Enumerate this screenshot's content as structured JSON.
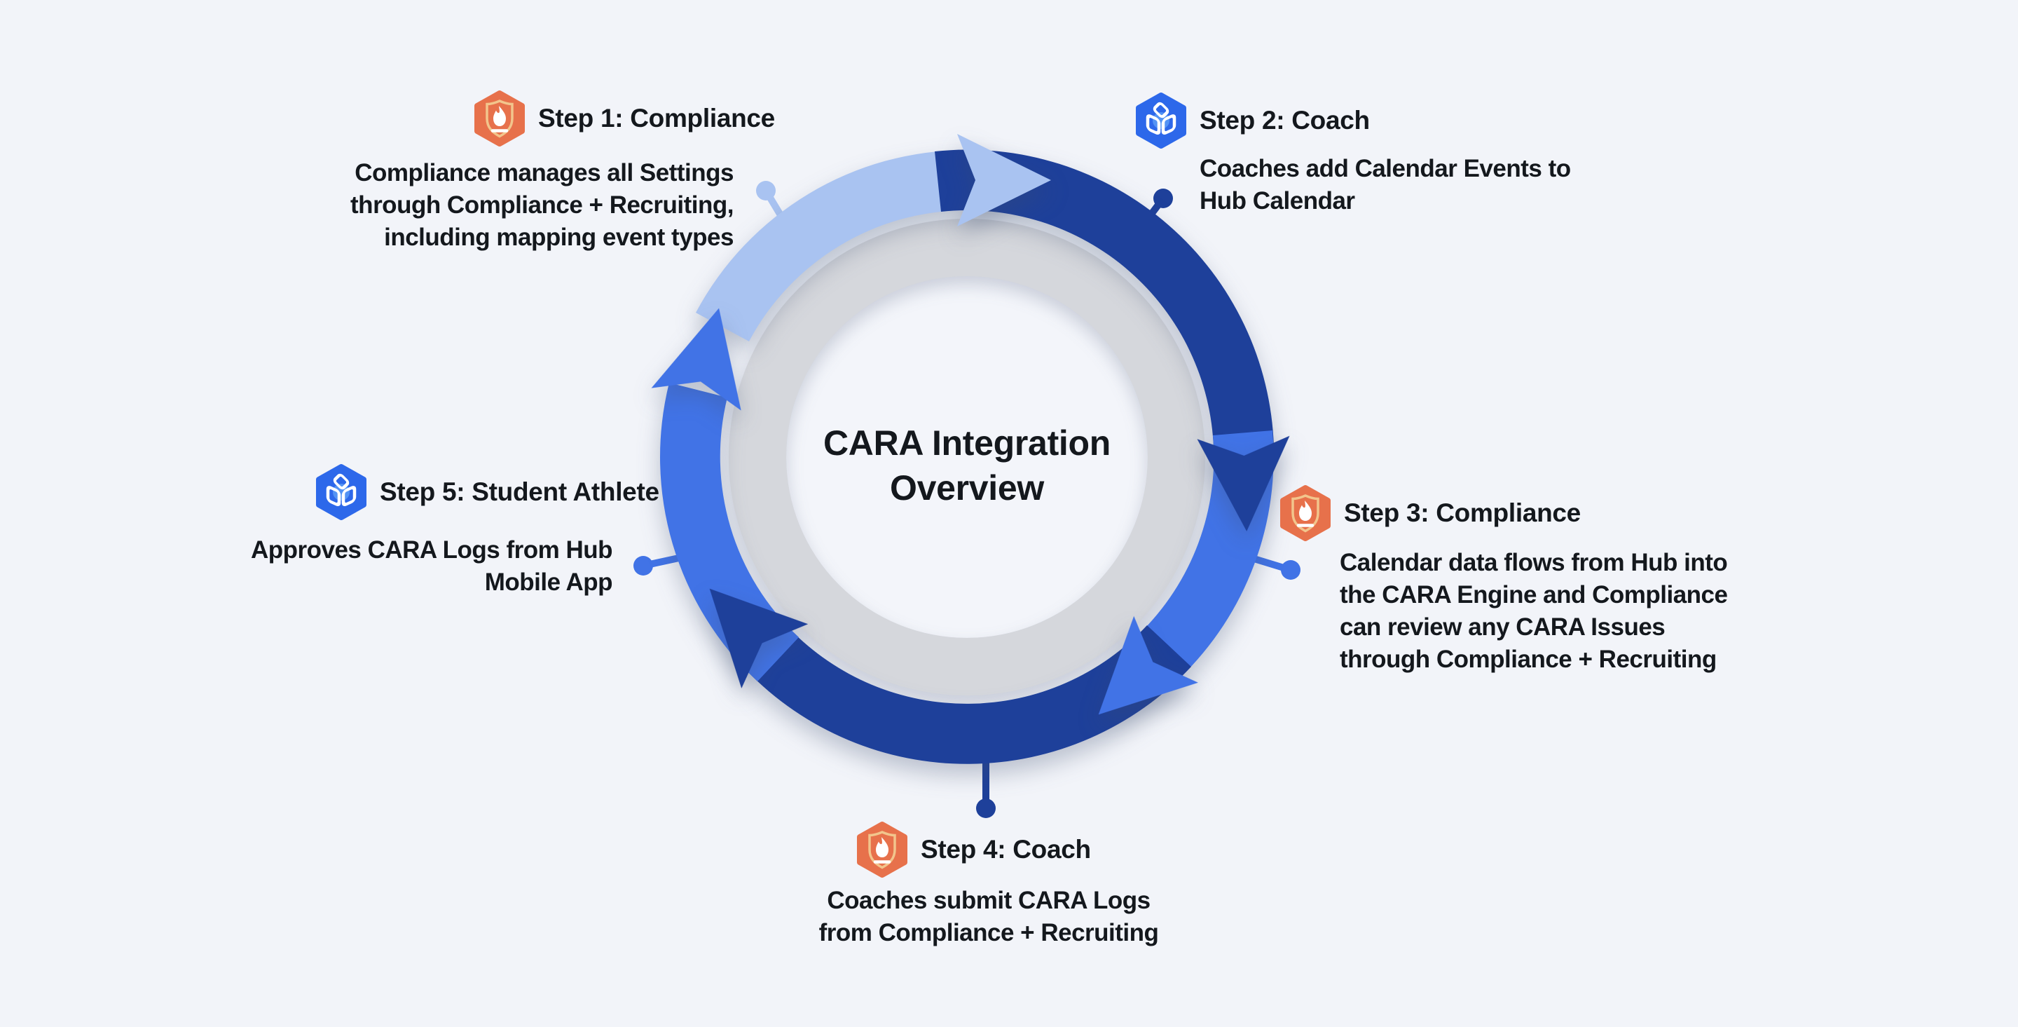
{
  "page": {
    "background": "#F2F4F9"
  },
  "center": {
    "title": "CARA Integration\nOverview"
  },
  "flow": {
    "direction": "clockwise",
    "segment_count": 5
  },
  "steps": [
    {
      "title": "Step 1: Compliance",
      "body": "Compliance manages all Settings\nthrough Compliance + Recruiting,\nincluding mapping event types",
      "icon": "compliance-shield-flame-icon"
    },
    {
      "title": "Step 2: Coach",
      "body": "Coaches add Calendar Events to\nHub Calendar",
      "icon": "hub-cube-icon"
    },
    {
      "title": "Step 3: Compliance",
      "body": "Calendar data flows from Hub into\nthe CARA Engine and Compliance\ncan review any CARA Issues\nthrough Compliance + Recruiting",
      "icon": "compliance-shield-flame-icon"
    },
    {
      "title": "Step 4: Coach",
      "body": "Coaches submit CARA Logs\nfrom Compliance + Recruiting",
      "icon": "compliance-shield-flame-icon"
    },
    {
      "title": "Step 5: Student Athlete",
      "body": "Approves CARA Logs from Hub\nMobile App",
      "icon": "hub-cube-icon"
    }
  ],
  "colors": {
    "background": "#F2F4F9",
    "arrow_light": "#A9C3F1",
    "arrow_navy": "#1E409A",
    "arrow_medium": "#4173E6",
    "ring_gray": "#D5D7DC",
    "inner_circle": "#F3F5FA",
    "compliance_orange": "#E7714B",
    "hub_blue": "#2D68EA",
    "shield_gold": "#F2C58C",
    "glyph_white": "#FFFFFF",
    "cube_glow_blue": "#5B9BF6",
    "text": "#14181D"
  }
}
